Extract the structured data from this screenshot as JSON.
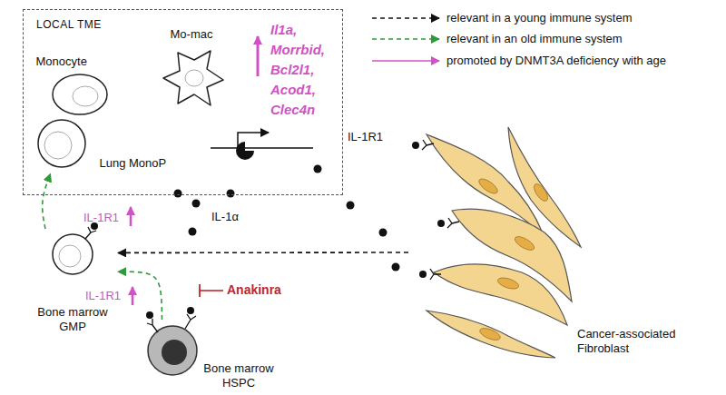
{
  "diagram": {
    "nodes": [
      {
        "text": [
          "LOCAL TME"
        ]
      },
      {
        "text": [
          "Monocyte"
        ],
        "in": 0
      },
      {
        "text": [
          "Mo-mac"
        ],
        "in": 0
      },
      {
        "text": [
          "Lung MonoP"
        ],
        "in": 0
      },
      {
        "text": [
          "Bone marrow GMP"
        ]
      },
      {
        "text": [
          "Bone marrow HSPC"
        ]
      },
      {
        "text": [
          "Cancer-associated Fibroblast"
        ]
      }
    ],
    "edges": [
      {
        "from": 5,
        "to": 4,
        "arrow": "to"
      },
      {
        "from": 4,
        "to": 3,
        "arrow": "to"
      },
      {
        "from": 6,
        "to": 4,
        "arrow": "to"
      }
    ],
    "labels": [
      "Il1a, Morrbid, Bcl2l1, Acod1, Clec4n",
      "IL-1R1",
      "IL-1α",
      "IL-1R1",
      "IL-1R1",
      "Anakinra"
    ],
    "legend": [
      {
        "text": "relevant in a young immune system"
      },
      {
        "text": "relevant in an old immune system"
      },
      {
        "text": "promoted by DNMT3A deficiency with age"
      }
    ]
  }
}
